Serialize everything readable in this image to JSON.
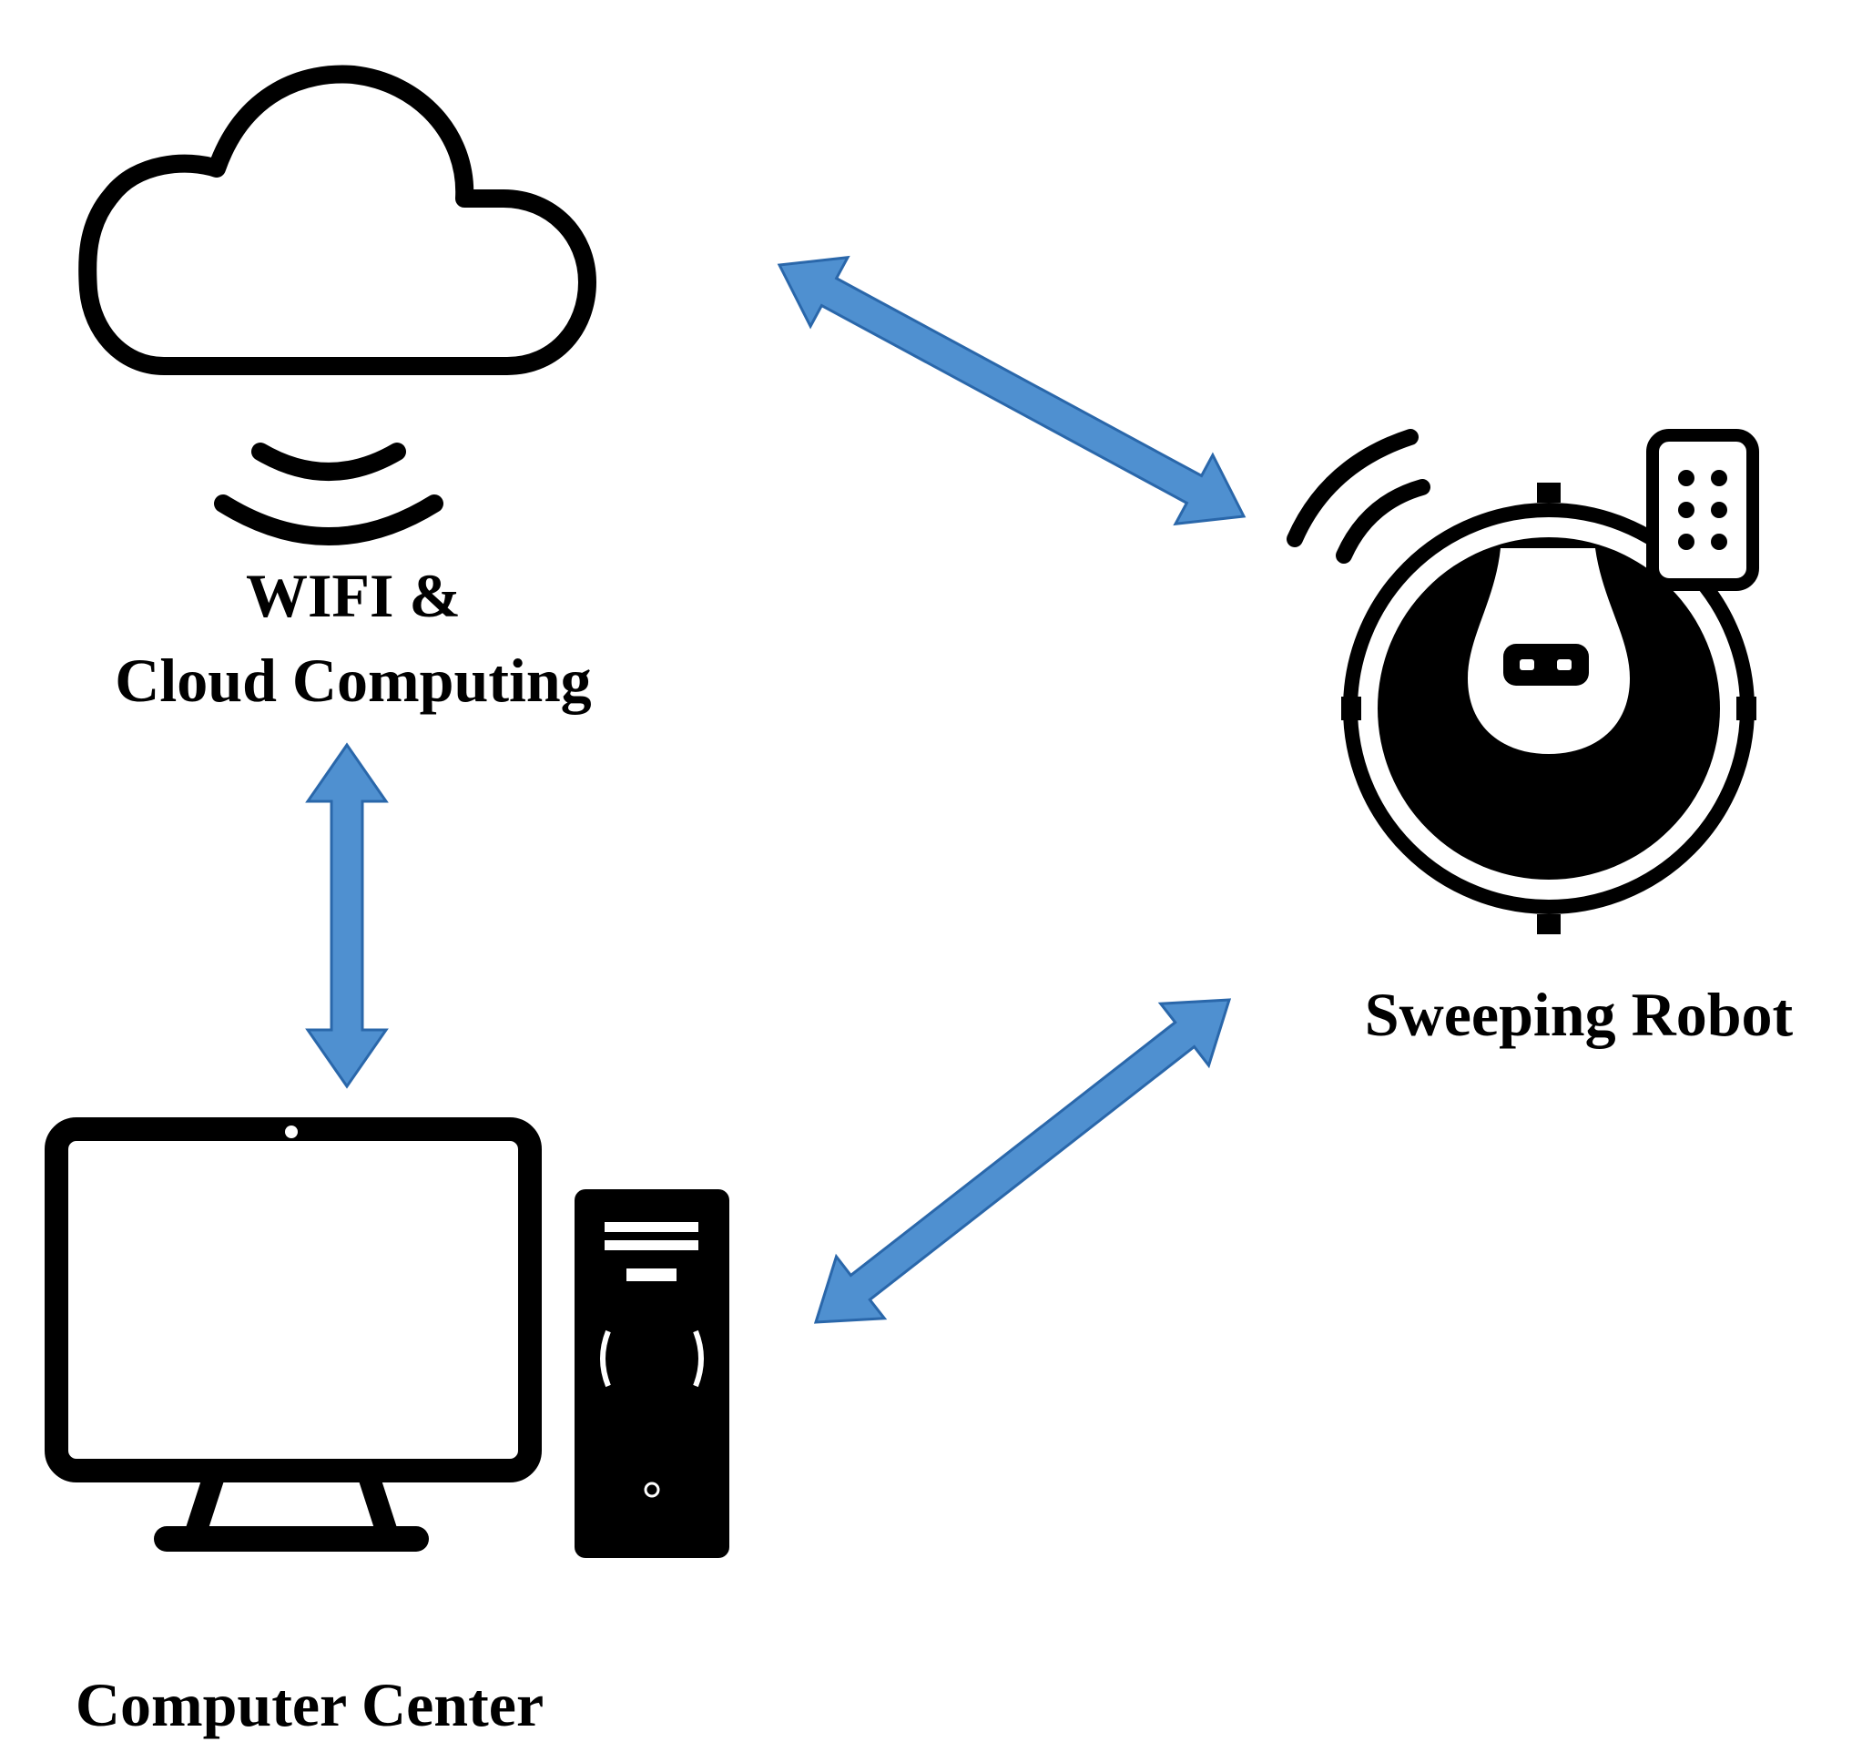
{
  "nodes": {
    "cloud": {
      "label_line1": "WIFI &",
      "label_line2": "Cloud Computing",
      "icon": "cloud-icon"
    },
    "robot": {
      "label": "Sweeping Robot",
      "icon": "sweeping-robot-icon"
    },
    "computer": {
      "label": "Computer Center",
      "icon": "desktop-computer-icon"
    }
  },
  "connections": [
    {
      "from": "cloud",
      "to": "robot",
      "direction": "bidirectional"
    },
    {
      "from": "cloud",
      "to": "computer",
      "direction": "bidirectional"
    },
    {
      "from": "computer",
      "to": "robot",
      "direction": "bidirectional"
    }
  ],
  "colors": {
    "arrow_fill": "#4f90d0",
    "arrow_stroke": "#2a67aa",
    "icon": "#000000",
    "background": "#ffffff"
  }
}
